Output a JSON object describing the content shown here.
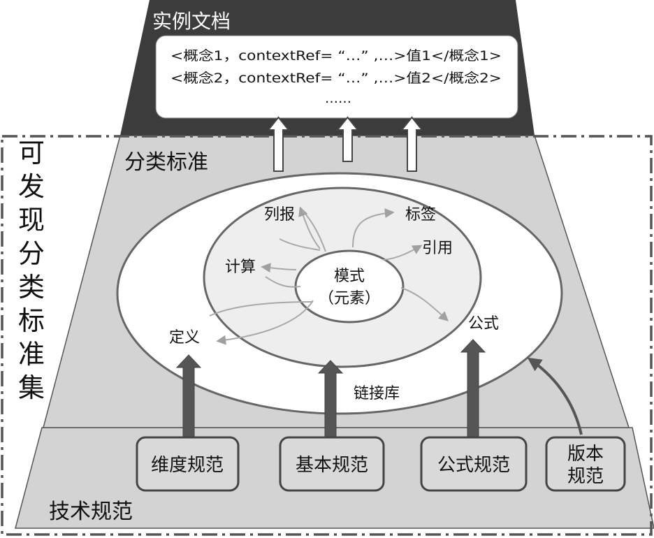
{
  "instance_doc": {
    "title": "实例文档",
    "lines": [
      "<概念1，contextRef= “…” ,…>值1</概念1>",
      "<概念2，contextRef= “…” ,…>值2</概念2>",
      "……"
    ]
  },
  "discoverable_set": {
    "label": "可发现分类标准集"
  },
  "taxonomy": {
    "label": "分类标准",
    "linkbase_label": "链接库",
    "core": {
      "line1": "模式",
      "line2": "（元素）"
    },
    "linkbases": {
      "presentation": "列报",
      "label": "标签",
      "reference": "引用",
      "calculation": "计算",
      "definition": "定义",
      "formula": "公式"
    }
  },
  "tech_specs": {
    "label": "技术规范",
    "items": {
      "dimension": "维度规范",
      "base": "基本规范",
      "formula": "公式规范",
      "version_line1": "版本",
      "version_line2": "规范"
    }
  },
  "colors": {
    "dark_panel": "#3c3c3c",
    "light_panel": "#d3d3d3",
    "white": "#ffffff",
    "arrow_dark": "#555555",
    "arrow_light": "#a8a8a8"
  }
}
